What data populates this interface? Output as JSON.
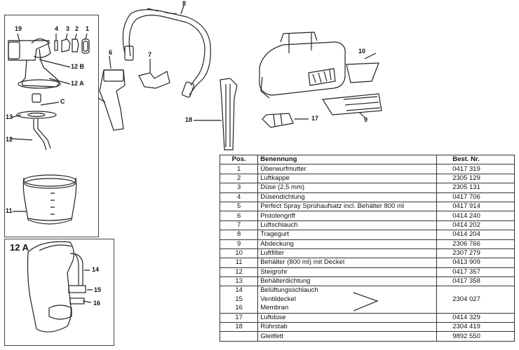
{
  "detail_title": "12 A",
  "callouts": {
    "c19": "19",
    "c4": "4",
    "c3": "3",
    "c2": "2",
    "c1": "1",
    "c12b": "12 B",
    "c12a": "12 A",
    "cC": "C",
    "c13": "13",
    "c12": "12",
    "c11": "11",
    "c6": "6",
    "c7": "7",
    "c8": "8",
    "c18": "18",
    "c10": "10",
    "c17": "17",
    "c9": "9",
    "d14": "14",
    "d15": "15",
    "d16": "16"
  },
  "table": {
    "headers": {
      "pos": "Pos.",
      "name": "Benennung",
      "nr": "Best. Nr."
    },
    "rows": [
      {
        "pos": "1",
        "name": "Überwurfmutter",
        "nr": "0417 319"
      },
      {
        "pos": "2",
        "name": "Luftkappe",
        "nr": "2305 129"
      },
      {
        "pos": "3",
        "name": "Düse (2,5 mm)",
        "nr": "2305 131"
      },
      {
        "pos": "4",
        "name": "Düsendichtung",
        "nr": "0417 706"
      },
      {
        "pos": "5",
        "name": "Perfect Spray Sprühaufsatz  incl. Behälter 800 ml",
        "nr": "0417 914"
      },
      {
        "pos": "6",
        "name": "Pistolengriff",
        "nr": "0414 240"
      },
      {
        "pos": "7",
        "name": "Luftschlauch",
        "nr": "0414 202"
      },
      {
        "pos": "8",
        "name": "Tragegurt",
        "nr": "0414 204"
      },
      {
        "pos": "9",
        "name": "Abdeckung",
        "nr": "2306 766"
      },
      {
        "pos": "10",
        "name": "Luftfilter",
        "nr": "2307 279"
      },
      {
        "pos": "11",
        "name": "Behälter (800 ml) mit Deckel",
        "nr": "0413 909"
      },
      {
        "pos": "12",
        "name": "Steigrohr",
        "nr": "0417 357"
      },
      {
        "pos": "13",
        "name": "Behälterdichtung",
        "nr": "0417 358"
      }
    ],
    "merged": {
      "pos": [
        "14",
        "15",
        "16"
      ],
      "names": [
        "Belüftungsschlauch",
        "Ventildeckel",
        "Membran"
      ],
      "nr": "2304 027"
    },
    "tail": [
      {
        "pos": "17",
        "name": "Luftdüse",
        "nr": "0414 329"
      },
      {
        "pos": "18",
        "name": "Rührstab",
        "nr": "2304 419"
      },
      {
        "pos": "",
        "name": "Gleitfett",
        "nr": "9892 550"
      }
    ]
  }
}
